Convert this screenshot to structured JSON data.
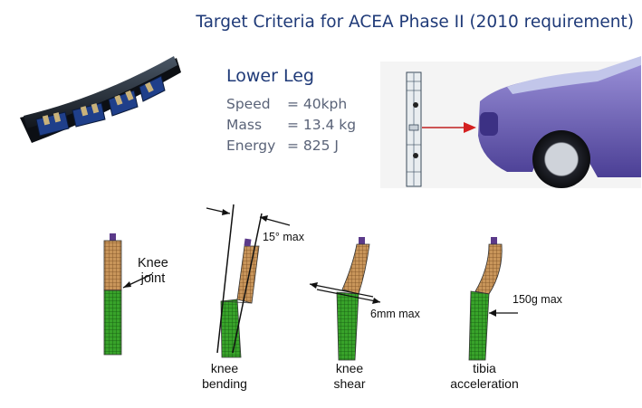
{
  "title": "Target Criteria for ACEA Phase II (2010 requirement)",
  "subtitle": "Lower Leg",
  "specs": [
    {
      "label": "Speed",
      "value": "= 40kph"
    },
    {
      "label": "Mass",
      "value": "= 13.4 kg"
    },
    {
      "label": "Energy",
      "value": "= 825 J"
    }
  ],
  "legs": {
    "joint": "Knee\njoint",
    "bending": "knee\nbending",
    "shear": "knee\nshear",
    "accel": "tibia\nacceleration"
  },
  "annotations": {
    "angle": "15° max",
    "shear": "6mm max",
    "accel": "150g max"
  },
  "colors": {
    "title": "#1f3a78",
    "femur": "#b88a4a",
    "tibia": "#2f8a22",
    "car": "#6a5fb0",
    "arrow": "#d42020"
  }
}
